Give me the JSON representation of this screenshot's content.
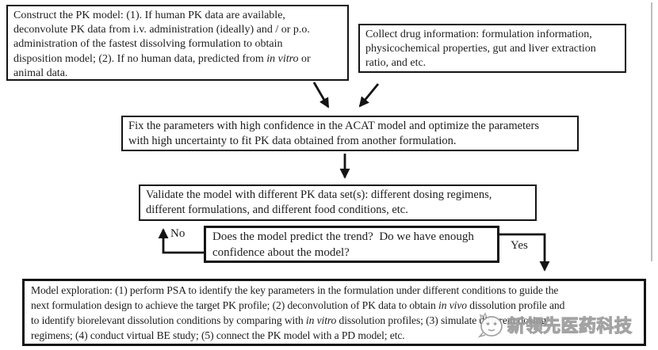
{
  "figure": {
    "type": "flowchart",
    "topic": "PBPK / ACAT model development workflow"
  },
  "boxes": {
    "construct": {
      "lines": [
        "Construct the PK model: (1). If human PK data are available,",
        "deconvolute PK data from i.v. administration (ideally) and / or p.o.",
        "administration of the fastest dissolving formulation to obtain",
        [
          {
            "t": "disposition model; (2). If no human data, predicted from "
          },
          {
            "t": "in vitro",
            "em": true
          },
          {
            "t": " or"
          }
        ],
        "animal data."
      ]
    },
    "collect": {
      "lines": [
        "Collect drug information: formulation information,",
        "physicochemical properties, gut and liver extraction",
        "ratio, and etc."
      ]
    },
    "fix": {
      "lines": [
        "Fix the parameters with high confidence in the ACAT model and optimize the parameters",
        "with high uncertainty to fit PK data obtained from another formulation."
      ]
    },
    "validate": {
      "lines": [
        "Validate the model with different PK data set(s): different dosing regimens,",
        "different formulations, and different food conditions, etc."
      ]
    },
    "decision": {
      "lines": [
        "Does the model predict the trend?  Do we have enough",
        "confidence about the model?"
      ]
    },
    "exploration": {
      "lines": [
        "Model exploration: (1) perform PSA to identify the key parameters in the formulation under different conditions to guide the",
        [
          {
            "t": "next formulation design to achieve the target PK profile; (2) deconvolution of PK data to obtain "
          },
          {
            "t": "in vivo",
            "em": true
          },
          {
            "t": " dissolution profile and"
          }
        ],
        [
          {
            "t": "to identify biorelevant dissolution conditions by comparing with "
          },
          {
            "t": "in vitro",
            "em": true
          },
          {
            "t": " dissolution profiles; (3) simulate different dosing"
          }
        ],
        "regimens; (4) conduct virtual BE study; (5) connect the PK model with a PD model; etc."
      ]
    }
  },
  "labels": {
    "no": "No",
    "yes": "Yes"
  },
  "watermark": {
    "text": "新领先医药科技",
    "logo": "mascot-face-icon"
  },
  "colors": {
    "ink": "#1d1d1d",
    "border": "#141414",
    "watermark_gray": "#9c9c9c",
    "scan_line_gray": "#bdbdbd",
    "background": "#ffffff"
  }
}
